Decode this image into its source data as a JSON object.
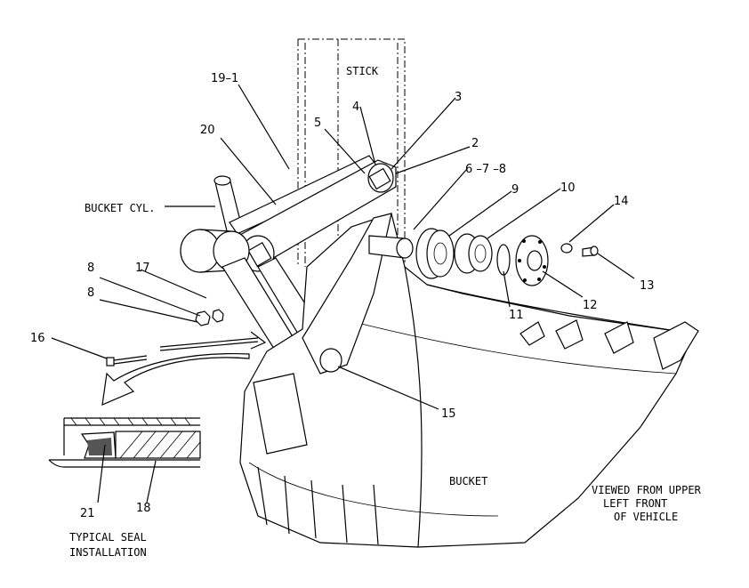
{
  "labels": {
    "stick": "STICK",
    "bucket_cyl": "BUCKET CYL.",
    "bucket": "BUCKET",
    "viewed_1": "VIEWED FROM UPPER",
    "viewed_2": "LEFT FRONT",
    "viewed_3": "OF VEHICLE",
    "seal_1": "TYPICAL SEAL",
    "seal_2": "INSTALLATION"
  },
  "callouts": {
    "c19_1": "19–1",
    "c20": "20",
    "c5": "5",
    "c4": "4",
    "c3": "3",
    "c2": "2",
    "c6_7_8": "6 –7 –8",
    "c9": "9",
    "c10": "10",
    "c14": "14",
    "c13": "13",
    "c12": "12",
    "c11": "11",
    "c8a": "8",
    "c17": "17",
    "c8b": "8",
    "c16": "16",
    "c15": "15",
    "c21": "21",
    "c18": "18"
  }
}
